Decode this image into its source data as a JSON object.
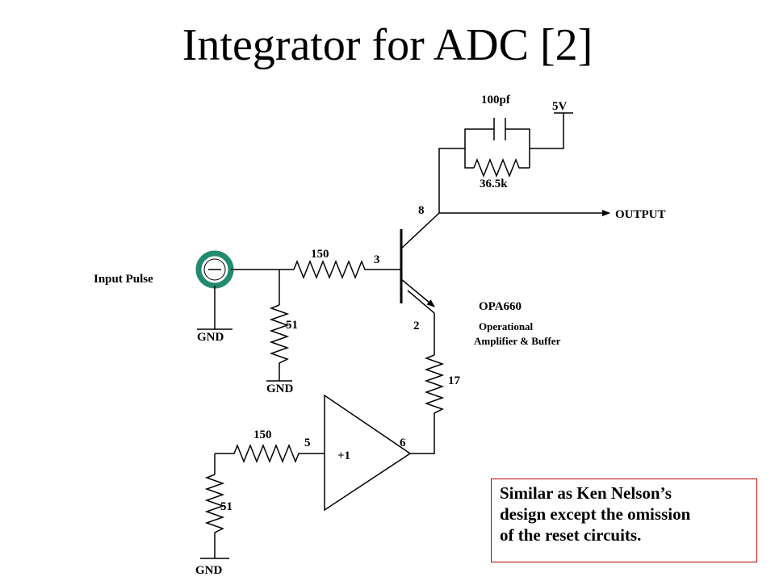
{
  "title": "Integrator for ADC [2]",
  "labels": {
    "cap": "100pf",
    "supply": "5V",
    "feedback_res": "36.5k",
    "pin8": "8",
    "output": "OUTPUT",
    "input_res": "150",
    "pin3": "3",
    "input_pulse": "Input Pulse",
    "gnd": "GND",
    "shunt_res": "51",
    "pin2": "2",
    "chip": "OPA660",
    "chip_desc_1": "Operational",
    "chip_desc_2": "Amplifier & Buffer",
    "emitter_res": "17",
    "buffer_res": "150",
    "pin5": "5",
    "pin6": "6",
    "buffer_gain": "+1",
    "buffer_shunt_res": "51"
  },
  "note": {
    "line1": "Similar as Ken Nelson’s",
    "line2": "design except the omission",
    "line3": "of the reset circuits."
  }
}
